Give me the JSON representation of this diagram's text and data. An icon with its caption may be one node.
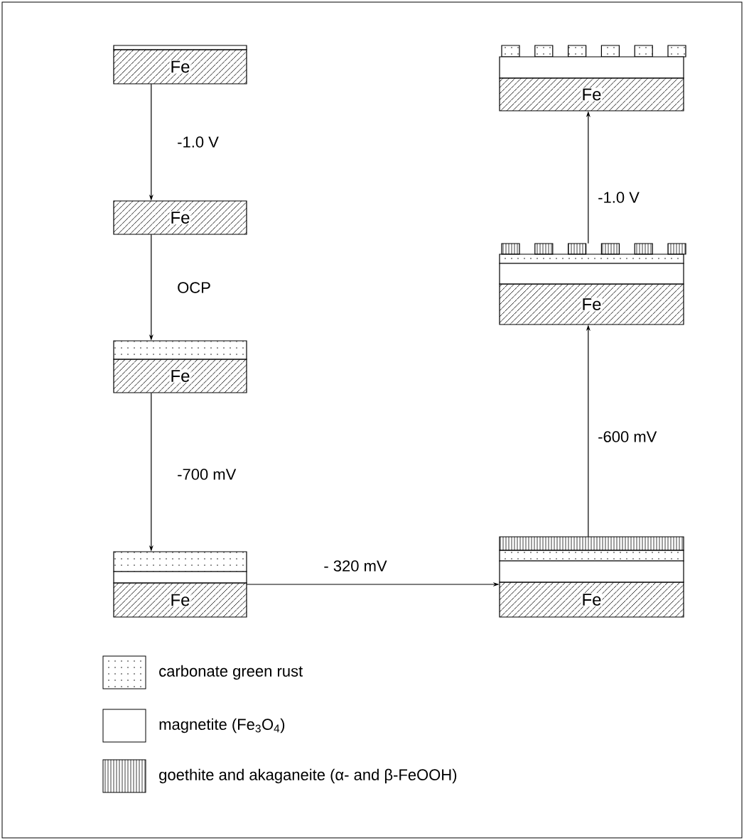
{
  "diagram": {
    "nodes": [
      {
        "text": [
          "Fe"
        ]
      },
      {
        "text": [
          "Fe"
        ]
      },
      {
        "text": [
          "Fe"
        ]
      },
      {
        "text": [
          "Fe"
        ]
      },
      {
        "text": [
          "Fe"
        ]
      },
      {
        "text": [
          "Fe"
        ]
      },
      {
        "text": [
          "Fe"
        ]
      }
    ],
    "edges": [
      {
        "from": 0,
        "to": 1,
        "arrow": "to",
        "label": "-1.0 V"
      },
      {
        "from": 1,
        "to": 2,
        "arrow": "to",
        "label": "OCP"
      },
      {
        "from": 2,
        "to": 3,
        "arrow": "to",
        "label": "-700 mV"
      },
      {
        "from": 3,
        "to": 4,
        "arrow": "to",
        "label": "- 320 mV"
      },
      {
        "from": 4,
        "to": 5,
        "arrow": "to",
        "label": "-600 mV"
      },
      {
        "from": 5,
        "to": 6,
        "arrow": "to",
        "label": "-1.0 V"
      }
    ],
    "legend": [
      {
        "text": "carbonate green rust"
      },
      {
        "text": "magnetite (Fe$_{3}$O$_{4}$)"
      },
      {
        "text": "goethite and akaganeite (α- and β-FeOOH)"
      }
    ]
  }
}
